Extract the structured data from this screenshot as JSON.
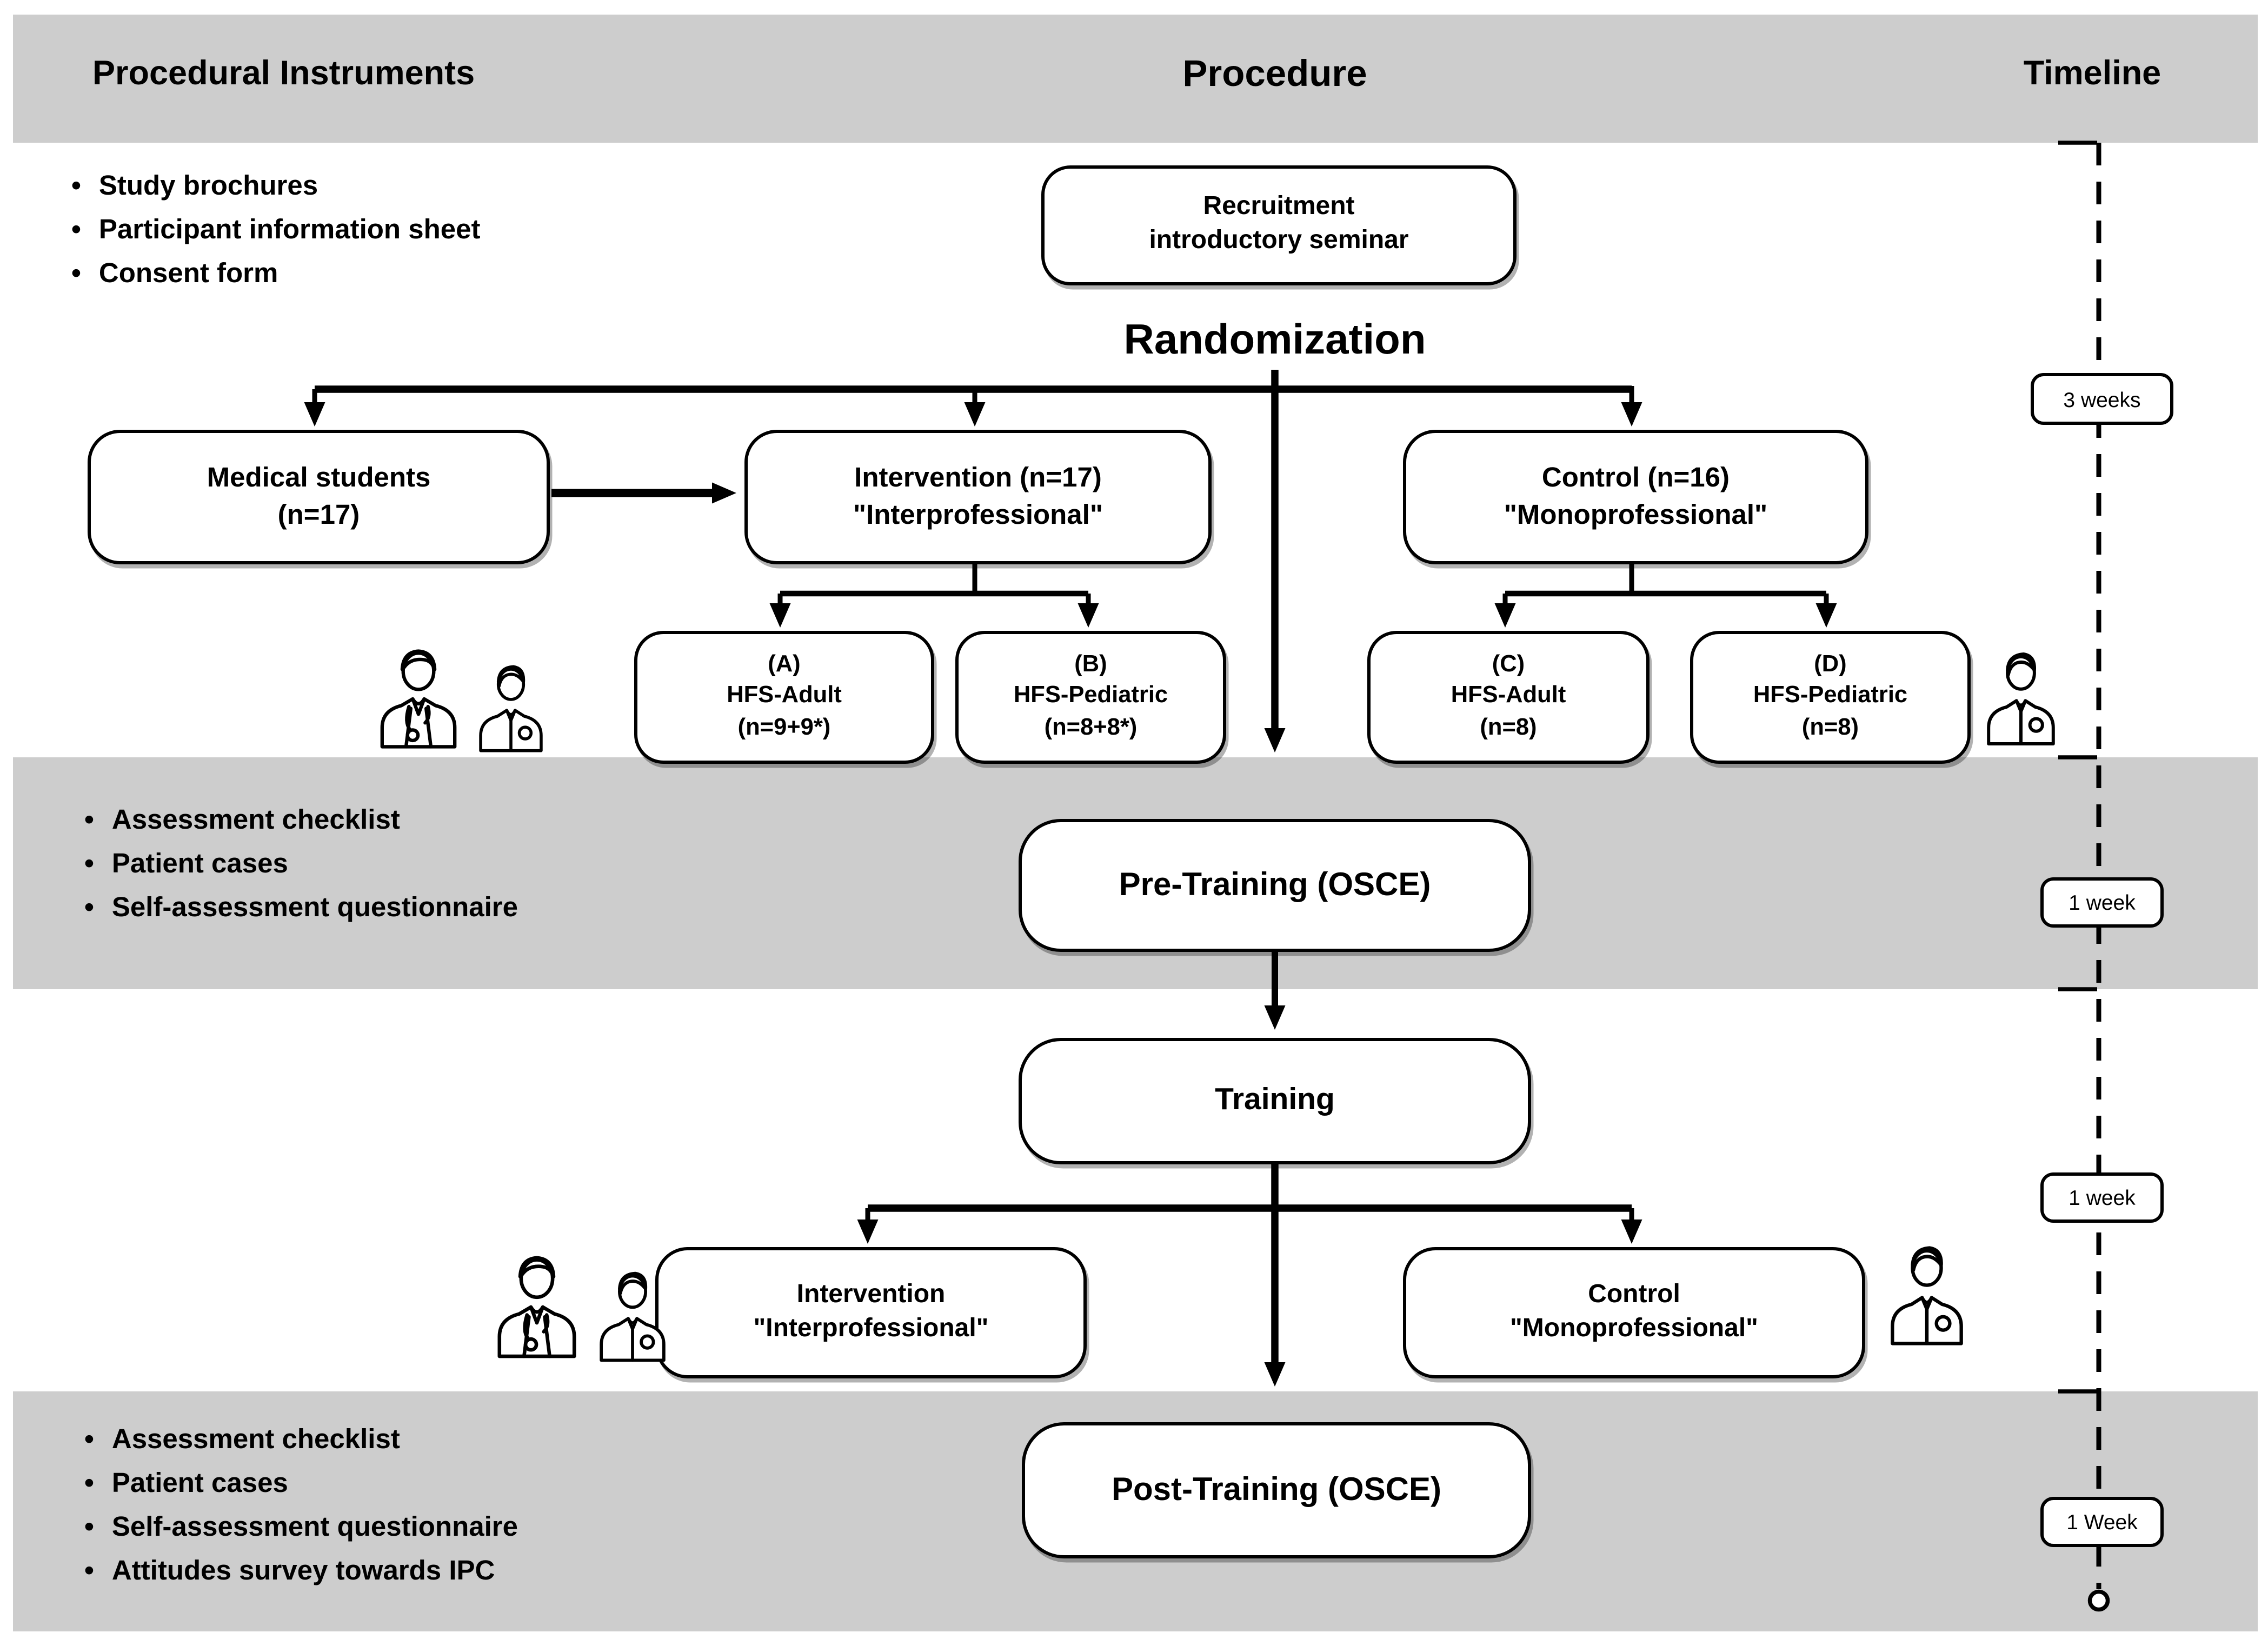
{
  "colors": {
    "band_gray": "#cdcdcd",
    "line_black": "#000000",
    "background": "#ffffff"
  },
  "header": {
    "left": "Procedural Instruments",
    "center": "Procedure",
    "right": "Timeline"
  },
  "instruments": {
    "recruitment_stage": [
      "Study brochures",
      "Participant information sheet",
      "Consent form"
    ],
    "pre_training_stage": [
      "Assessment checklist",
      "Patient cases",
      "Self-assessment questionnaire"
    ],
    "post_training_stage": [
      "Assessment checklist",
      "Patient cases",
      "Self-assessment questionnaire",
      "Attitudes survey towards IPC"
    ]
  },
  "procedure": {
    "recruitment_box": [
      "Recruitment",
      "introductory seminar"
    ],
    "randomization_label": "Randomization",
    "medical_students_box": [
      "Medical students",
      "(n=17)"
    ],
    "intervention_group_box": [
      "Intervention (n=17)",
      "\"Interprofessional\""
    ],
    "control_group_box": [
      "Control (n=16)",
      "\"Monoprofessional\""
    ],
    "subgroup_a": [
      "(A)",
      "HFS-Adult",
      "(n=9+9*)"
    ],
    "subgroup_b": [
      "(B)",
      "HFS-Pediatric",
      "(n=8+8*)"
    ],
    "subgroup_c": [
      "(C)",
      "HFS-Adult",
      "(n=8)"
    ],
    "subgroup_d": [
      "(D)",
      "HFS-Pediatric",
      "(n=8)"
    ],
    "pre_training_box": "Pre-Training (OSCE)",
    "training_box": "Training",
    "intervention_training_box": [
      "Intervention",
      "\"Interprofessional\""
    ],
    "control_training_box": [
      "Control",
      "\"Monoprofessional\""
    ],
    "post_training_box": "Post-Training (OSCE)"
  },
  "timeline": {
    "labels": [
      "3 weeks",
      "1 week",
      "1 week",
      "1 Week"
    ]
  },
  "icons": {
    "intervention_row1": "doctor-and-nurse",
    "control_row1": "nurse",
    "intervention_row2": "doctor-and-nurse",
    "control_row2": "nurse"
  }
}
